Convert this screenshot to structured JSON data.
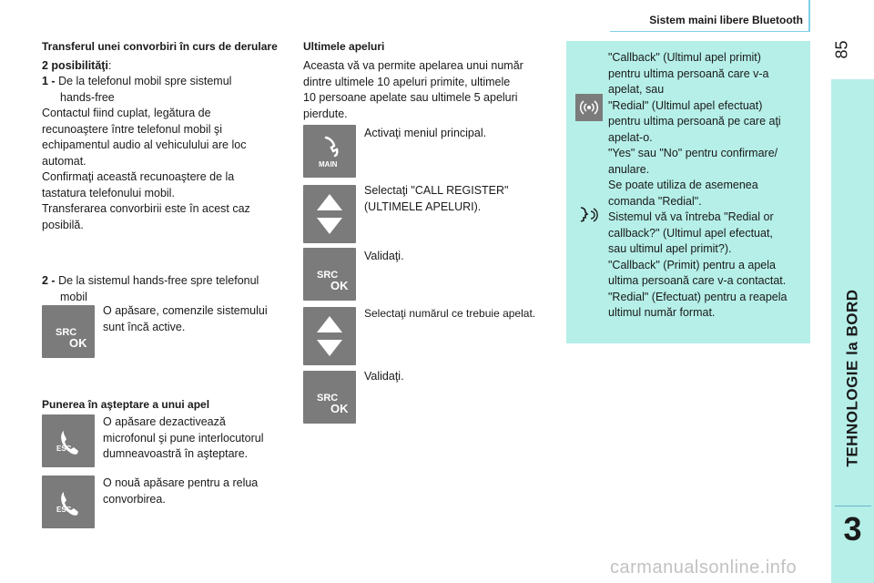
{
  "header": {
    "section_title": "Sistem maini libere Bluetooth",
    "page_number": "85"
  },
  "sidebar": {
    "band_label": "TEHNOLOGIE la BORD",
    "chapter_number": "3"
  },
  "left": {
    "transfer_heading": "Transferul unei convorbiri în curs de derulare",
    "options_label": "2 posibilităţi",
    "options_colon": ":",
    "opt1_num": "1 -",
    "opt1_line1": "De la telefonul mobil spre sistemul",
    "opt1_line2": "hands-free",
    "para1": [
      "Contactul fiind cuplat, legătura de",
      "recunoaştere între telefonul mobil şi",
      "echipamentul audio al vehiculului are loc",
      "automat.",
      "Confirmaţi această recunoaştere de la",
      "tastatura telefonului mobil.",
      "Transferarea convorbirii este în acest caz",
      "posibilă."
    ],
    "opt2_num": "2 -",
    "opt2_line1": "De la sistemul hands-free spre telefonul",
    "opt2_line2": "mobil",
    "src_note": [
      "O apăsare, comenzile sistemului",
      "sunt încă active."
    ],
    "hold_heading": "Punerea în aşteptare a unui apel",
    "esc_note1": [
      "O apăsare dezactivează",
      "microfonul şi pune interlocutorul",
      "dumneavoastră în aşteptare."
    ],
    "esc_note2": [
      "O nouă apăsare pentru a relua",
      "convorbirea."
    ]
  },
  "middle": {
    "heading": "Ultimele apeluri",
    "intro": [
      "Aceasta vă va permite apelarea unui număr",
      "dintre ultimele 10 apeluri primite, ultimele",
      "10 persoane apelate sau ultimele 5 apeluri",
      "pierdute."
    ],
    "step1": "Activaţi meniul principal.",
    "step2": [
      "Selectaţi \"CALL REGISTER\"",
      "(ULTIMELE APELURI)."
    ],
    "step3": "Validaţi.",
    "step4": "Selectaţi numărul ce trebuie apelat.",
    "step5": "Validaţi."
  },
  "buttons": {
    "src_top": "SRC",
    "src_bottom": "OK",
    "main_label": "MAIN",
    "esc_label": "ESC"
  },
  "note": {
    "block1": [
      "\"Callback\" (Ultimul apel primit)",
      "pentru ultima persoană care v-a",
      "apelat, sau",
      "\"Redial\" (Ultimul apel efectuat)",
      "pentru ultima persoană pe care aţi",
      "apelat-o.",
      "\"Yes\" sau \"No\" pentru confirmare/",
      "anulare."
    ],
    "block2": [
      "Se poate utiliza de asemenea",
      "comanda \"Redial\".",
      "Sistemul vă va întreba \"Redial or",
      "callback?\" (Ultimul apel efectuat,",
      "sau ultimul apel primit?).",
      "\"Callback\" (Primit) pentru a apela",
      "ultima persoană care v-a contactat.",
      "\"Redial\" (Efectuat) pentru a reapela",
      "ultimul număr format."
    ]
  },
  "footer": {
    "watermark": "carmanualsonline.info"
  }
}
